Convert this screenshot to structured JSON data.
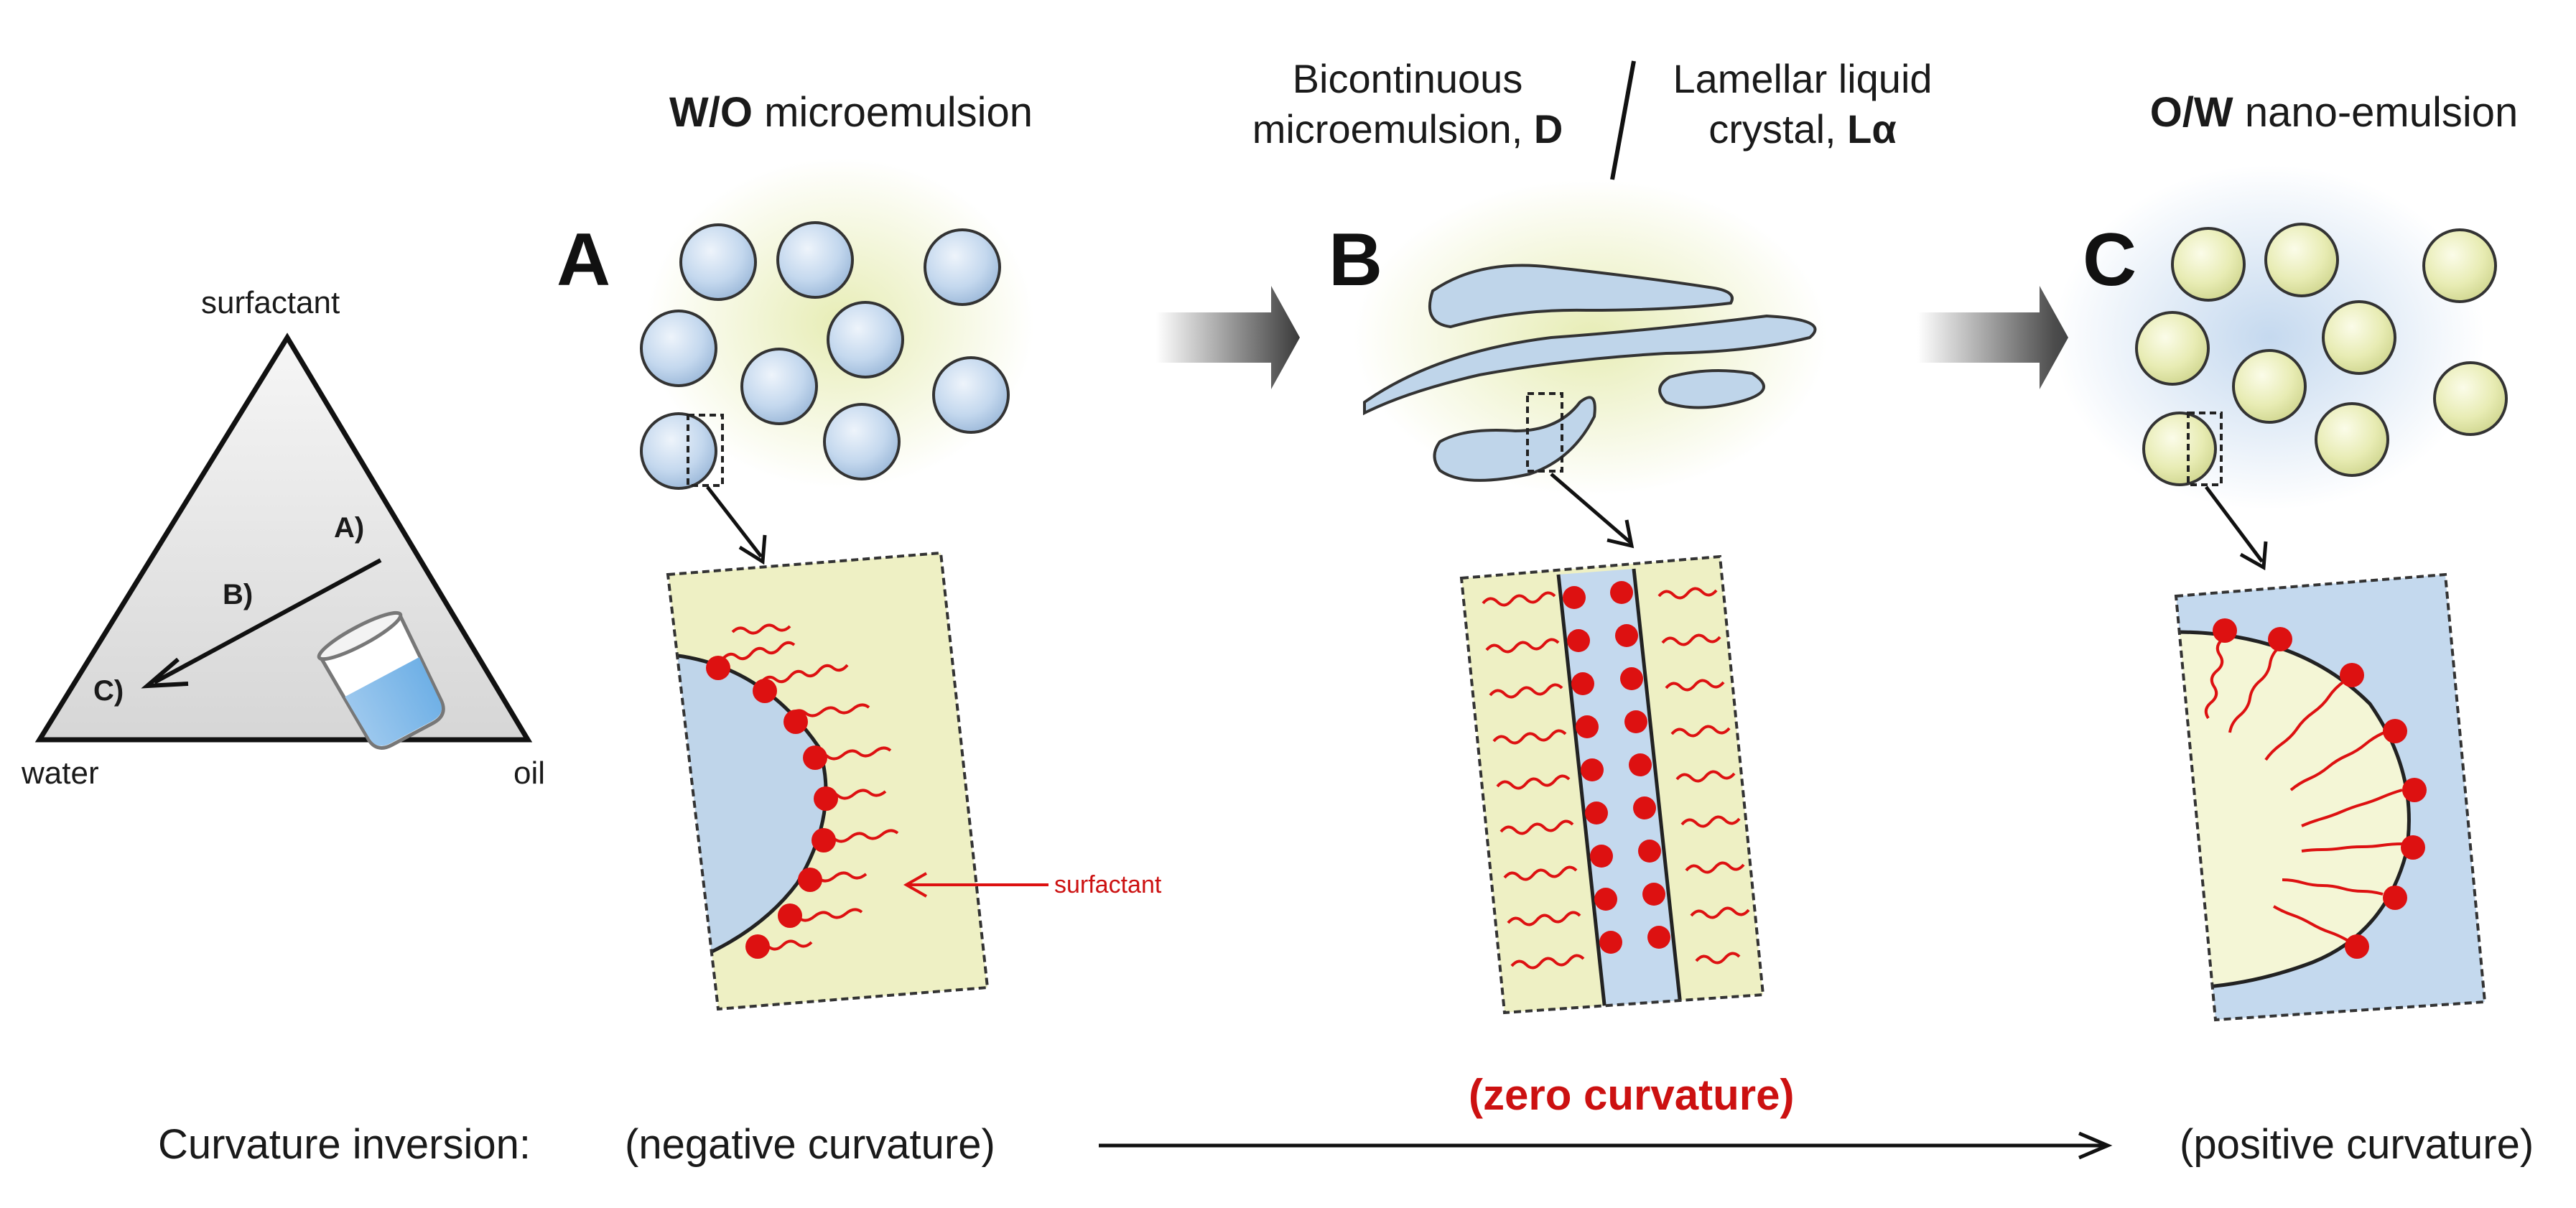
{
  "headers": {
    "a_bold": "W/O",
    "a_rest": "microemulsion",
    "b_left": "Bicontinuous microemulsion,",
    "b_left_bold": "D",
    "b_right": "Lamellar liquid crystal,",
    "b_right_bold": "Lα",
    "c_bold": "O/W",
    "c_rest": "nano-emulsion"
  },
  "panels": {
    "a": "A",
    "b": "B",
    "c": "C"
  },
  "triangle": {
    "top": "surfactant",
    "left": "water",
    "right": "oil",
    "path_a": "A)",
    "path_b": "B)",
    "path_c": "C)"
  },
  "annotations": {
    "surfactant": "surfactant"
  },
  "footer": {
    "label": "Curvature inversion:",
    "negative": "(negative curvature)",
    "zero": "(zero curvature)",
    "positive": "(positive curvature)"
  },
  "colors": {
    "water_blue": "#bcd3ea",
    "oil_yellow": "#eef0c4",
    "surfactant_red": "#dd1111",
    "arrow_gray": "#4a4a4a"
  }
}
